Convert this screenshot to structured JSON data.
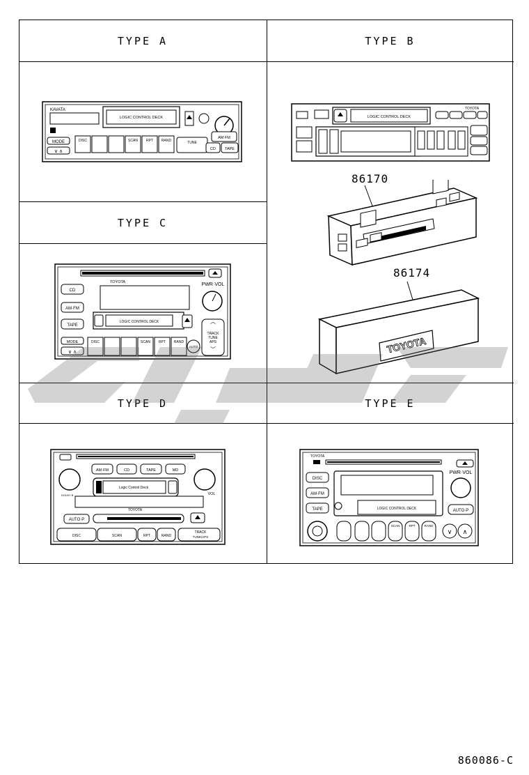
{
  "headers": {
    "type_a": "TYPE  A",
    "type_b": "TYPE  B",
    "type_c": "TYPE  C",
    "type_d": "TYPE  D",
    "type_e": "TYPE  E"
  },
  "type_a": {
    "brand": "KAVATA",
    "deck_label": "LOGIC CONTROL DECK",
    "mode": "MODE",
    "am_fm": "AM FM",
    "tape": "TAPE",
    "cd": "CD",
    "tune": "TUNE",
    "scan": "SCAN",
    "rpt": "RPT",
    "rand": "RAND",
    "disc": "DISC"
  },
  "type_b": {
    "brand": "TOYOTA",
    "deck_label": "LOGIC CONTROL DECK",
    "part_1": "86170",
    "part_2": "86174",
    "bezel_logo": "TOYOTA"
  },
  "type_c": {
    "brand": "TOYOTA",
    "cd": "CD",
    "am_fm": "AM·FM",
    "tape": "TAPE",
    "mode": "MODE",
    "pwr_vol": "PWR·VOL",
    "deck_label": "LOGIC CONTROL DECK",
    "track": "TRACK",
    "tune": "TUNE",
    "aps": "APS",
    "disc": "DISC",
    "scan": "SCAN",
    "rpt": "RPT",
    "rand": "RAND",
    "auto": "AUTO"
  },
  "type_d": {
    "brand": "TOYOTA",
    "am_fm": "AM·FM",
    "cd": "CD",
    "tape": "TAPE",
    "md": "MD",
    "deck_label": "Logic Control Deck",
    "dolby": "DOLBY B",
    "auto_p": "AUTO·P",
    "vol": "VOL",
    "disc": "DISC",
    "scan": "SCAN",
    "rpt": "RPT",
    "rand": "RAND",
    "track": "TRACK",
    "tune_aps": "TUNE/APS"
  },
  "type_e": {
    "brand": "TOYOTA",
    "disc": "DISC",
    "am_fm": "AM·FM",
    "tape": "TAPE",
    "pwr_vol": "PWR·VOL",
    "auto_p": "AUTO·P",
    "deck_label": "LOGIC CONTROL DECK",
    "scan": "SCAN",
    "rpt": "RPT",
    "rand": "RAND"
  },
  "figure_code": "860086-C"
}
